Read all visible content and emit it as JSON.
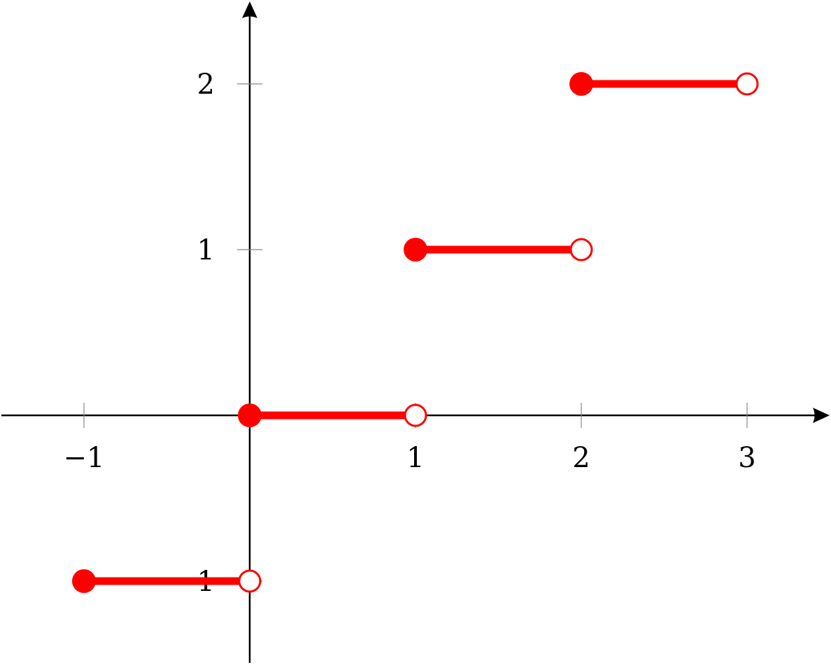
{
  "chart_data": {
    "type": "line",
    "title": "",
    "xlabel": "",
    "ylabel": "",
    "xlim": [
      -1.5,
      3.5
    ],
    "ylim": [
      -1.5,
      2.5
    ],
    "grid": false,
    "x_ticks": [
      {
        "value": -1,
        "label": "−1"
      },
      {
        "value": 1,
        "label": "1"
      },
      {
        "value": 2,
        "label": "2"
      },
      {
        "value": 3,
        "label": "3"
      }
    ],
    "y_ticks": [
      {
        "value": 2,
        "label": "2"
      },
      {
        "value": 1,
        "label": "1"
      },
      {
        "value": -1,
        "label": "1"
      }
    ],
    "series": [
      {
        "color": "#ff0000",
        "segments": [
          {
            "x_start": -1,
            "x_end": 0,
            "y": -1,
            "start_closed": true,
            "end_closed": false
          },
          {
            "x_start": 0,
            "x_end": 1,
            "y": 0,
            "start_closed": true,
            "end_closed": false
          },
          {
            "x_start": 1,
            "x_end": 2,
            "y": 1,
            "start_closed": true,
            "end_closed": false
          },
          {
            "x_start": 2,
            "x_end": 3,
            "y": 2,
            "start_closed": true,
            "end_closed": false
          }
        ]
      }
    ]
  }
}
